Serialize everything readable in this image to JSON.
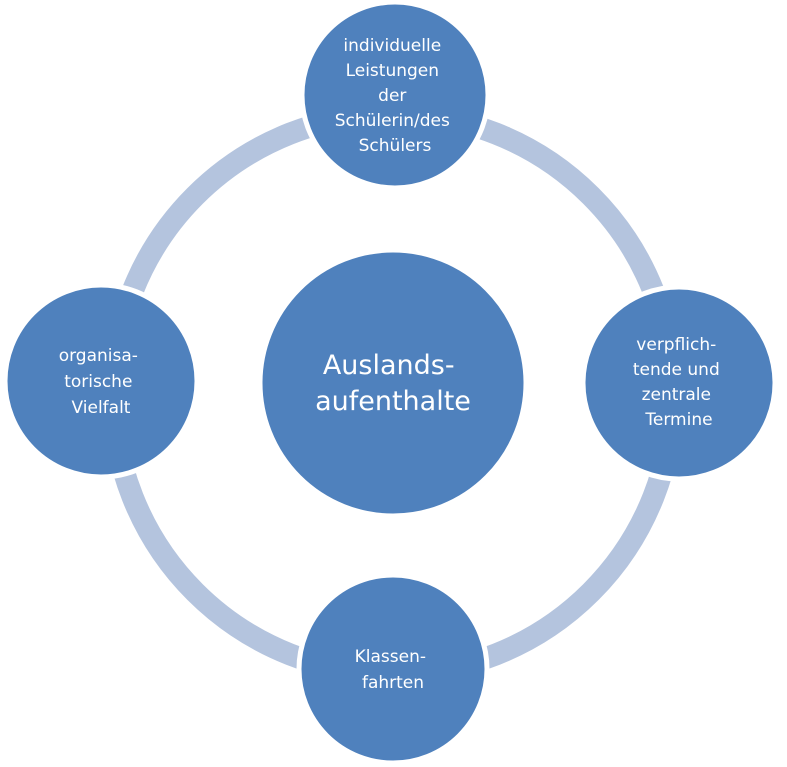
{
  "colors": {
    "node_fill": "#4f81bd",
    "ring": "#b4c4de",
    "text": "#ffffff",
    "background": "#ffffff"
  },
  "center": {
    "lines": [
      "Auslands-",
      "aufenthalte"
    ]
  },
  "nodes": {
    "top": {
      "lines": [
        "individuelle",
        "Leistungen",
        "der",
        "Schülerin/des",
        "Schülers"
      ]
    },
    "right": {
      "lines": [
        "verpflich-",
        "tende und",
        "zentrale",
        "Termine"
      ]
    },
    "bottom": {
      "lines": [
        "Klassen-",
        "fahrten"
      ]
    },
    "left": {
      "lines": [
        "organisa-",
        "torische",
        "Vielfalt"
      ]
    }
  }
}
